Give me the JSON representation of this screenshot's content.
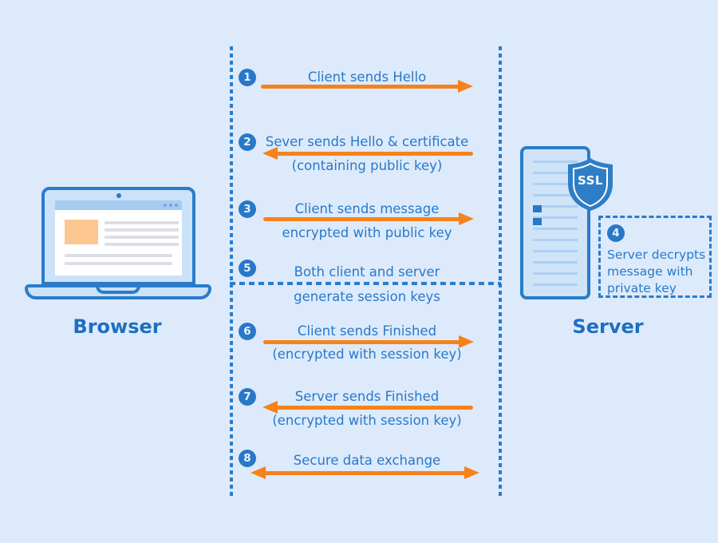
{
  "diagram": {
    "browser_label": "Browser",
    "server_label": "Server",
    "shield_label": "SSL"
  },
  "steps": [
    {
      "number": "1",
      "label": "Client sends Hello",
      "direction": "right"
    },
    {
      "number": "2",
      "label": "Sever sends Hello & certificate",
      "sublabel": "(containing public key)",
      "direction": "left"
    },
    {
      "number": "3",
      "label": "Client sends message",
      "sublabel": "encrypted with public key",
      "direction": "right"
    },
    {
      "number": "4",
      "label": "Server decrypts message with private key",
      "direction": "none"
    },
    {
      "number": "5",
      "label": "Both client and server",
      "sublabel": "generate session keys",
      "direction": "none"
    },
    {
      "number": "6",
      "label": "Client sends Finished",
      "sublabel": "(encrypted with session key)",
      "direction": "right"
    },
    {
      "number": "7",
      "label": "Server sends Finished",
      "sublabel": "(encrypted with session key)",
      "direction": "left"
    },
    {
      "number": "8",
      "label": "Secure data exchange",
      "direction": "both"
    }
  ],
  "colors": {
    "background": "#ddeafb",
    "accent_blue": "#2a7cc9",
    "text_blue": "#2879ca",
    "label_blue": "#1e6ec1",
    "badge_blue": "#2878c8",
    "arrow_orange": "#f6821c",
    "shield_blue": "#2e7ec6",
    "highlight_orange": "#fcc691"
  }
}
